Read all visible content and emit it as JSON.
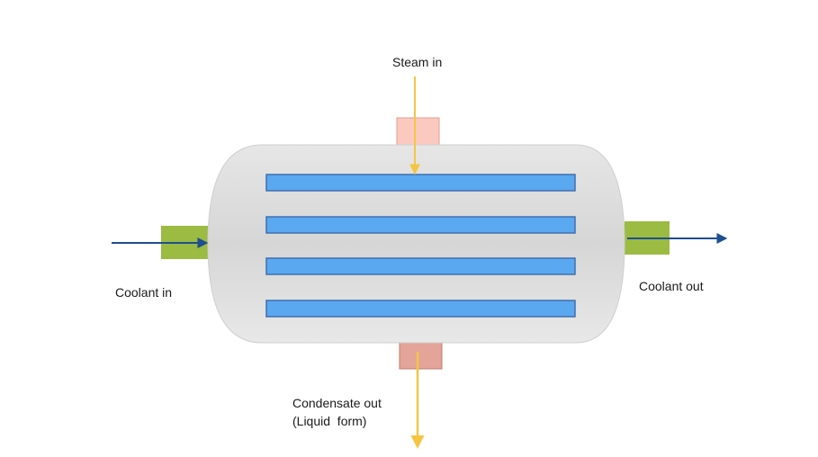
{
  "labels": {
    "steam_in": "Steam in",
    "coolant_in": "Coolant in",
    "coolant_out": "Coolant out",
    "condensate_out_line1": "Condensate out",
    "condensate_out_line2": "(Liquid  form)"
  },
  "tubes": [
    "tube-1",
    "tube-2",
    "tube-3",
    "tube-4"
  ],
  "colors": {
    "shell": "#d9d9d9",
    "tube_fill": "#5aa8f0",
    "tube_stroke": "#3f6fb0",
    "steam_nozzle": "#fcc9c0",
    "condensate_nozzle": "#e4a49a",
    "coolant_nozzle": "#9bbb42",
    "steam_arrow": "#f5c542",
    "coolant_arrow": "#1f4e91"
  }
}
